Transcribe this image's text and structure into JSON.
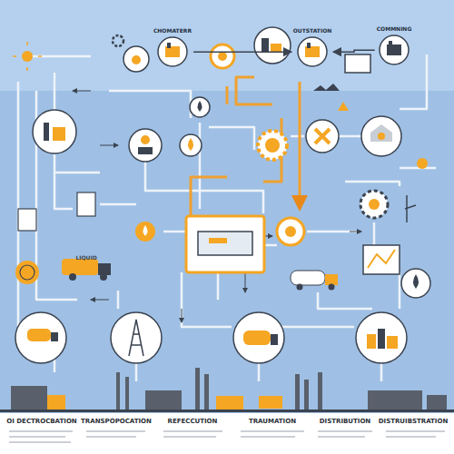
{
  "diagram": {
    "nodes": [
      {
        "text": [
          "CHOMATERR"
        ]
      },
      {
        "text": [
          "OUTSTATION"
        ]
      },
      {
        "text": [
          "COMMNING"
        ]
      }
    ],
    "edges": [
      {
        "from": 0,
        "to": 1,
        "arrow": "to"
      },
      {
        "from": 2,
        "to": 1,
        "arrow": "to"
      }
    ],
    "labels": [
      "LIQUID",
      "OI DECTROCBATION",
      "TRANSPOPOCATION",
      "REFECCUTION",
      "TRAUMATION",
      "DISTRIBUTION",
      "DISTRUIBSTRATION"
    ]
  }
}
